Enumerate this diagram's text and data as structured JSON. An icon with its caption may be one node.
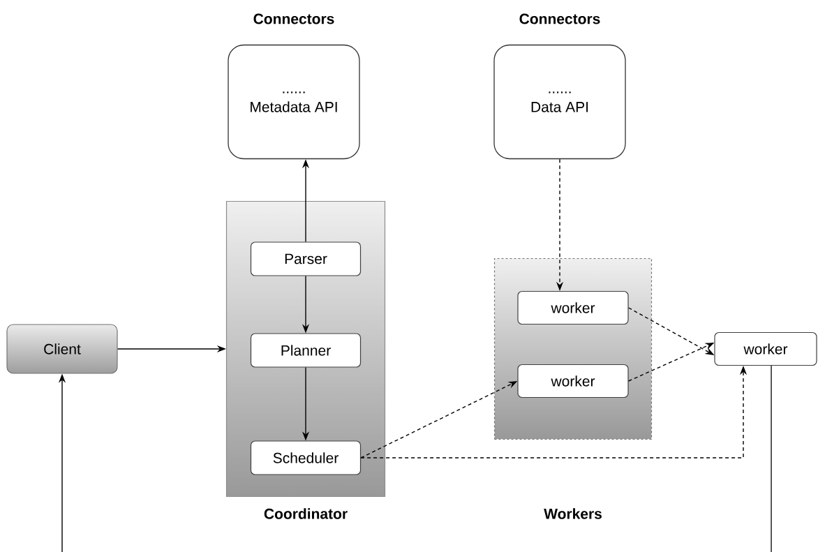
{
  "diagram": {
    "nodes": [
      {
        "text": [
          "Connectors",
          "......",
          "Metadata API"
        ]
      },
      {
        "text": [
          "Connectors",
          "......",
          "Data API"
        ]
      },
      {
        "text": [
          "Coordinator"
        ]
      },
      {
        "text": [
          "Parser"
        ],
        "in": 2
      },
      {
        "text": [
          "Planner"
        ],
        "in": 2
      },
      {
        "text": [
          "Scheduler"
        ],
        "in": 2
      },
      {
        "text": [
          "Client"
        ]
      },
      {
        "text": [
          "Workers"
        ]
      },
      {
        "text": [
          "worker"
        ],
        "in": 7
      },
      {
        "text": [
          "worker"
        ],
        "in": 7
      },
      {
        "text": [
          "worker"
        ]
      }
    ],
    "edges": [
      {
        "from": 3,
        "to": 0,
        "arrow": "to"
      },
      {
        "from": 3,
        "to": 4,
        "arrow": "to"
      },
      {
        "from": 4,
        "to": 5,
        "arrow": "to"
      },
      {
        "from": 6,
        "to": 2,
        "arrow": "to"
      },
      {
        "from": 1,
        "to": 8,
        "arrow": "to",
        "style": "dashed"
      },
      {
        "from": 5,
        "to": 9,
        "arrow": "to",
        "style": "dashed"
      },
      {
        "from": 5,
        "to": 10,
        "arrow": "to",
        "style": "dashed"
      },
      {
        "from": 8,
        "to": 10,
        "arrow": "to",
        "style": "dashed"
      },
      {
        "from": 9,
        "to": 10,
        "arrow": "to",
        "style": "dashed"
      },
      {
        "from": null,
        "to": 6,
        "arrow": "to"
      },
      {
        "from": 10,
        "to": null,
        "arrow": "none"
      }
    ]
  }
}
